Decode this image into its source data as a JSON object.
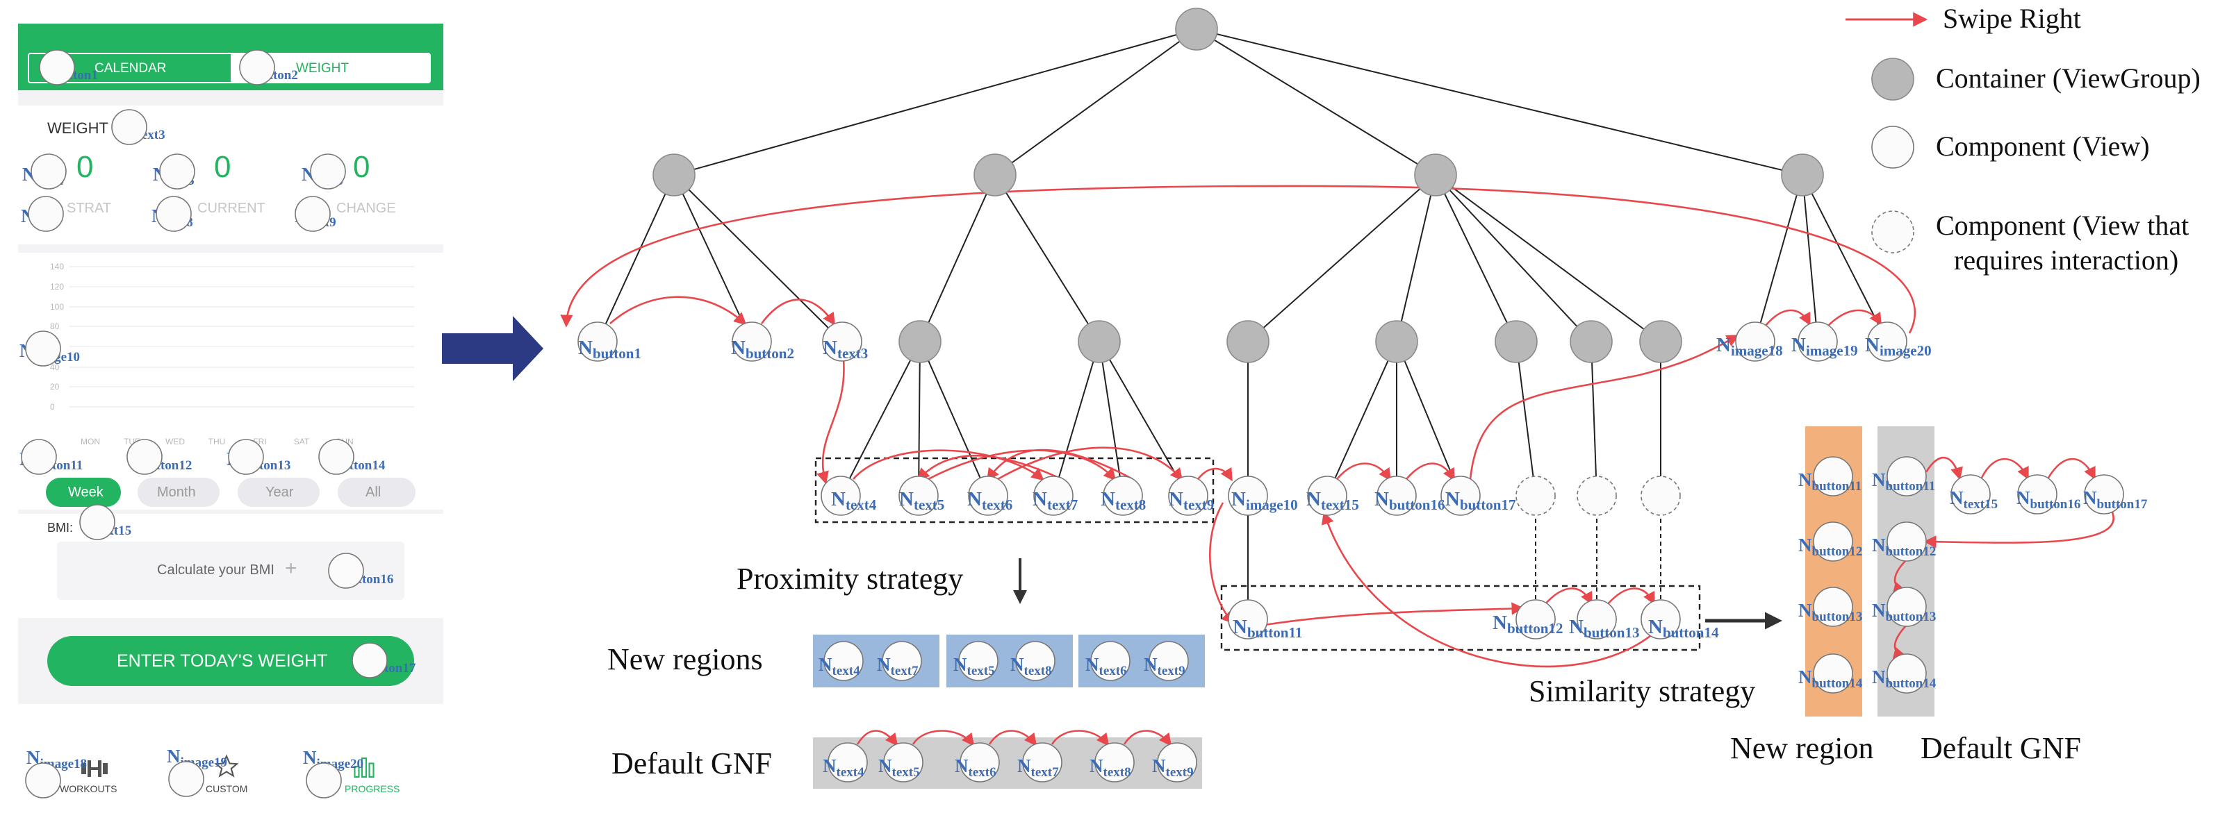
{
  "phone": {
    "tabs": [
      "CALENDAR",
      "WEIGHT"
    ],
    "weight_title": "WEIGHT",
    "stats": [
      {
        "value": "0",
        "label": "STRAT"
      },
      {
        "value": "0",
        "label": "CURRENT"
      },
      {
        "value": "0",
        "label": "CHANGE"
      }
    ],
    "chart_yticks": [
      "140",
      "120",
      "100",
      "80",
      "60",
      "40",
      "20",
      "0"
    ],
    "chart_days": [
      "MON",
      "TUE",
      "WED",
      "THU",
      "FRI",
      "SAT",
      "SUN"
    ],
    "periods": [
      "Week",
      "Month",
      "Year",
      "All"
    ],
    "bmi_label": "BMI:",
    "bmi_action": "Calculate your BMI",
    "enter_button": "ENTER TODAY'S WEIGHT",
    "nav": [
      "WORKOUTS",
      "CUSTOM",
      "PROGRESS"
    ]
  },
  "labels": {
    "button1": [
      "N",
      "button1"
    ],
    "button2": [
      "N",
      "button2"
    ],
    "text3": [
      "N",
      "text3"
    ],
    "text4": [
      "N",
      "text4"
    ],
    "text5": [
      "N",
      "text5"
    ],
    "text6": [
      "N",
      "text6"
    ],
    "text7": [
      "N",
      "text7"
    ],
    "text8": [
      "N",
      "text8"
    ],
    "text9": [
      "N",
      "text9"
    ],
    "image10": [
      "N",
      "image10"
    ],
    "button11": [
      "N",
      "button11"
    ],
    "button12": [
      "N",
      "button12"
    ],
    "button13": [
      "N",
      "button13"
    ],
    "button14": [
      "N",
      "button14"
    ],
    "text15": [
      "N",
      "text15"
    ],
    "button16": [
      "N",
      "button16"
    ],
    "button17": [
      "N",
      "button17"
    ],
    "image18": [
      "N",
      "image18"
    ],
    "image19": [
      "N",
      "image19"
    ],
    "image20": [
      "N",
      "image20"
    ]
  },
  "legend": {
    "swipe": "Swipe Right",
    "container": "Container (ViewGroup)",
    "component": "Component (View)",
    "interaction_line1": "Component (View that",
    "interaction_line2": "requires interaction)"
  },
  "captions": {
    "proximity": "Proximity strategy",
    "new_regions": "New regions",
    "default_gnf_left": "Default GNF",
    "similarity": "Similarity strategy",
    "new_region": "New region",
    "default_gnf_right": "Default GNF"
  },
  "colors": {
    "green": "#22b460",
    "red": "#e8474c",
    "navy": "#2b3a82",
    "node_gray": "#b8b8b8",
    "label_blue": "#3b6cb5",
    "region_blue": "#9ab8dc",
    "region_gray": "#cfcfcf",
    "region_orange": "#f1b07c"
  }
}
